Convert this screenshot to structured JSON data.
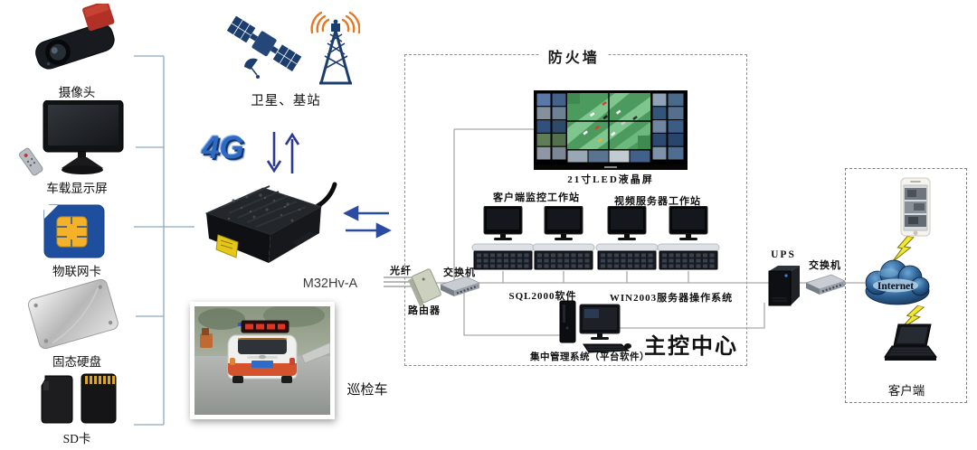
{
  "left_devices": [
    {
      "id": "camera",
      "label": "摄像头"
    },
    {
      "id": "vehicle-display",
      "label": "车载显示屏"
    },
    {
      "id": "iot-card",
      "label": "物联网卡"
    },
    {
      "id": "ssd",
      "label": "固态硬盘"
    },
    {
      "id": "sd-card",
      "label": "SD卡"
    }
  ],
  "uplink": {
    "label": "卫星、基站",
    "tech": "4G"
  },
  "mdvr": {
    "model": "M32Hv-A"
  },
  "vehicle": {
    "label": "巡检车"
  },
  "firewall": {
    "title": "防火墙",
    "led_wall_label": "21寸LED液晶屏",
    "workstation_group_labels": [
      "客户端监控工作站",
      "视频服务器工作站"
    ],
    "fiber_label": "光纤",
    "router_label": "路由器",
    "switch_label": "交换机",
    "software_labels": [
      "SQL2000软件",
      "WIN2003服务器操作系统"
    ],
    "management_pc_label": "集中管理系统（平台软件）",
    "center_title": "主控中心",
    "ups_label": "UPS"
  },
  "external": {
    "switch_label": "交换机",
    "internet_label": "Internet",
    "client_label": "客户端"
  },
  "colors": {
    "accent_blue": "#2b4ba0",
    "navy": "#1c3e6e",
    "tower_orange": "#e87722",
    "left_line": "#8ea6bf",
    "line_gray": "#a9a9a9",
    "sim_blue": "#1e4f9e",
    "sim_gold": "#f3b229",
    "bolt_yellow": "#f3e63a"
  }
}
